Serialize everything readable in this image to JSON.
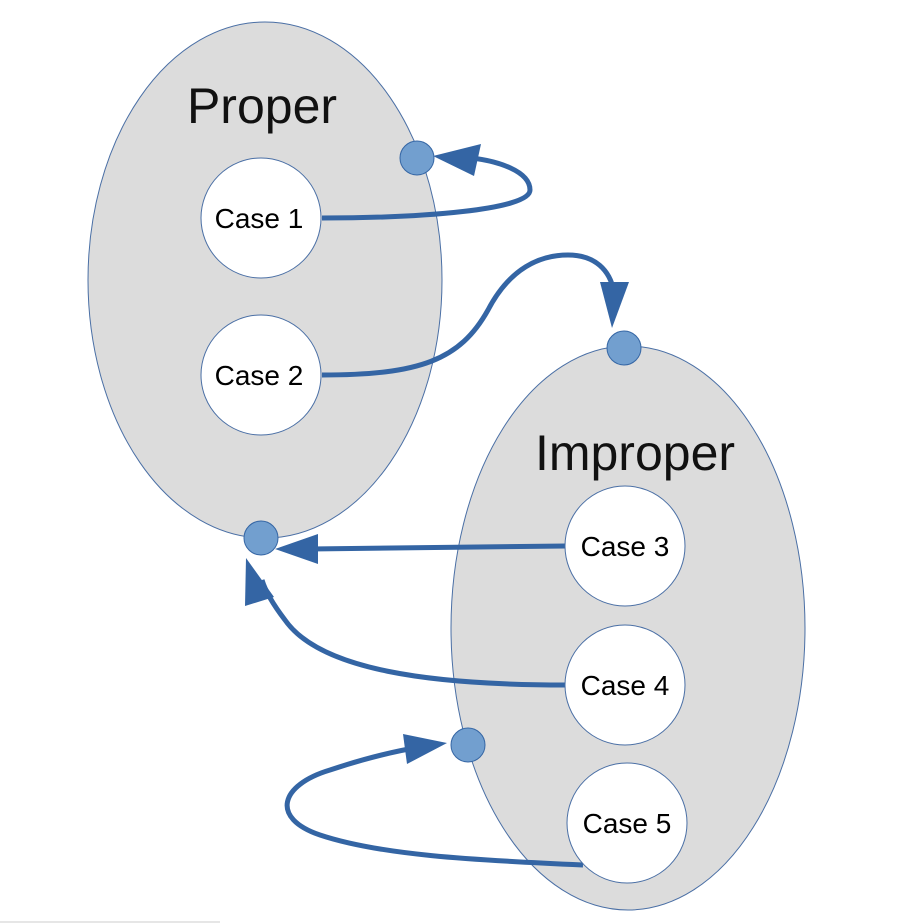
{
  "groups": {
    "proper": {
      "title": "Proper"
    },
    "improper": {
      "title": "Improper"
    }
  },
  "cases": [
    {
      "label": "Case 1"
    },
    {
      "label": "Case 2"
    },
    {
      "label": "Case 3"
    },
    {
      "label": "Case 4"
    },
    {
      "label": "Case 5"
    }
  ],
  "colors": {
    "group_fill": "#dcdcdc",
    "edge": "#3465a4",
    "port": "#729fcf"
  }
}
